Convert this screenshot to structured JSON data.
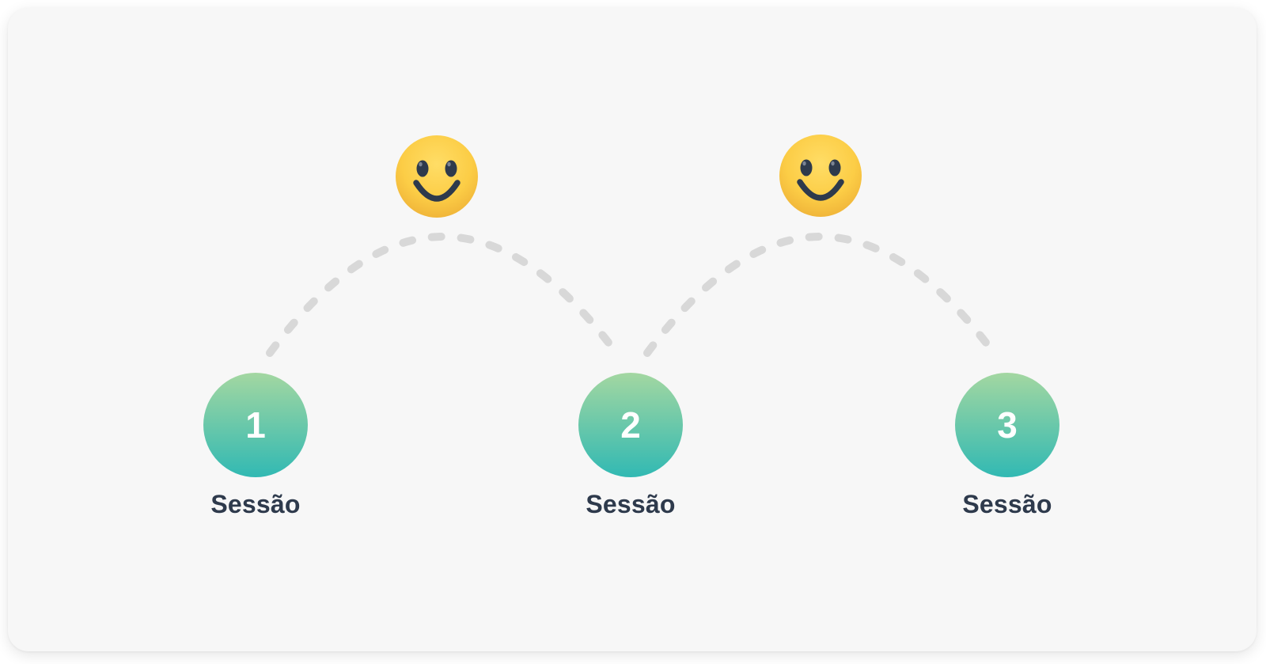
{
  "colors": {
    "page_bg": "#ffffff",
    "card_bg": "#f7f7f7",
    "connector_dash": "#d8d8d8",
    "circle_gradient_top": "#a3d7a1",
    "circle_gradient_bottom": "#31b9b3",
    "step_number_text": "#ffffff",
    "label_text": "#2e3a4c",
    "emoji_face_light": "#ffdd66",
    "emoji_face_mid": "#fccd46",
    "emoji_face_dark": "#edaf36",
    "emoji_features": "#2e3a4c"
  },
  "steps": [
    {
      "number": "1",
      "label": "Sessão"
    },
    {
      "number": "2",
      "label": "Sessão"
    },
    {
      "number": "3",
      "label": "Sessão"
    }
  ],
  "icons": [
    {
      "name": "smiley-face-icon",
      "glyph": "🙂",
      "count": 2
    }
  ],
  "connectors": [
    {
      "name": "connector-arc-1",
      "from_step": "1",
      "to_step": "2",
      "style": "dashed-arc"
    },
    {
      "name": "connector-arc-2",
      "from_step": "2",
      "to_step": "3",
      "style": "dashed-arc"
    }
  ]
}
